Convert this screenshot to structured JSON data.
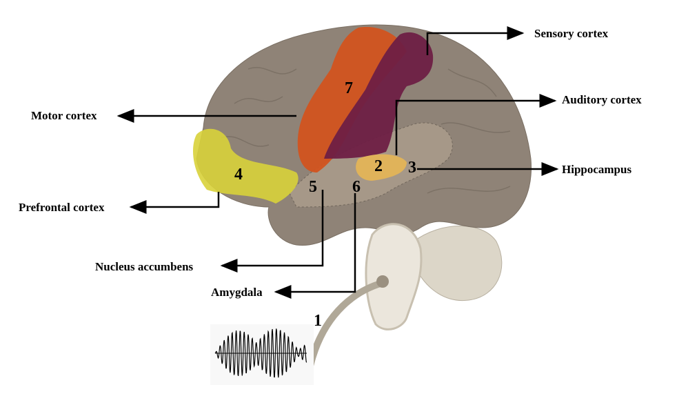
{
  "labels": {
    "sensory_cortex": "Sensory cortex",
    "auditory_cortex": "Auditory cortex",
    "motor_cortex": "Motor cortex",
    "hippocampus": "Hippocampus",
    "prefrontal_cortex": "Prefrontal cortex",
    "nucleus_accumbens": "Nucleus accumbens",
    "amygdala": "Amygdala"
  },
  "numbers": {
    "n1": "1",
    "n2": "2",
    "n3": "3",
    "n4": "4",
    "n5": "5",
    "n6": "6",
    "n7": "7"
  },
  "colors": {
    "brain": "#8f8377",
    "motor": "#d2531f",
    "sensory": "#6e1f45",
    "prefrontal": "#d8d23a",
    "auditory": "#e0b35a",
    "limbic": "#a69888",
    "ear": "#ebe6dc",
    "cerebellum": "#dcd6c8"
  }
}
